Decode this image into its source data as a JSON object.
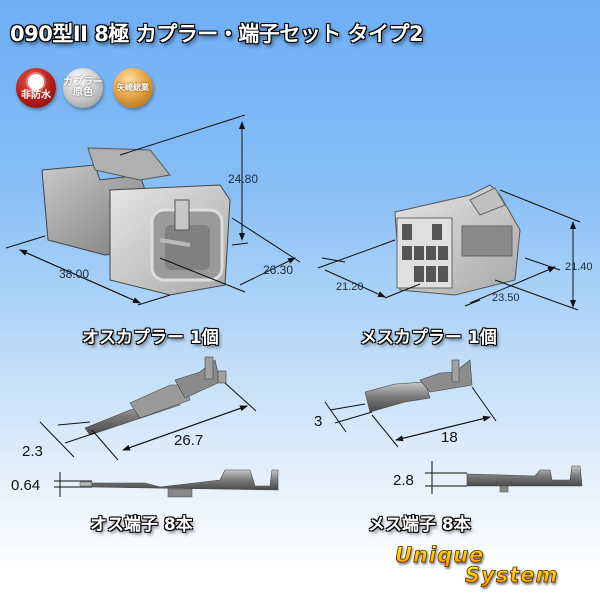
{
  "title": "090型II 8極 カプラー・端子セット タイプ2",
  "badges": [
    {
      "icon": "sun-icon",
      "text": "非防水",
      "color": "#b31b12"
    },
    {
      "text_line1": "カプラー",
      "text_line2": "原色",
      "color": "#c8c8c8"
    },
    {
      "text": "矢崎総業",
      "color": "#e0a040"
    }
  ],
  "male_coupler": {
    "label": "オスカプラー 1個",
    "dims": {
      "height": "24.80",
      "length": "38.00",
      "width": "26.30"
    }
  },
  "female_coupler": {
    "label": "メスカプラー 1個",
    "dims": {
      "depth": "21.20",
      "width": "23.50",
      "height": "21.40"
    }
  },
  "male_terminal": {
    "label": "オス端子 8本",
    "dims": {
      "width": "2.3",
      "length": "26.7",
      "thickness": "0.64"
    }
  },
  "female_terminal": {
    "label": "メス端子 8本",
    "dims": {
      "width": "3",
      "length": "18",
      "height": "2.8"
    }
  },
  "logo": {
    "line1": "Unique",
    "line2": "System"
  }
}
